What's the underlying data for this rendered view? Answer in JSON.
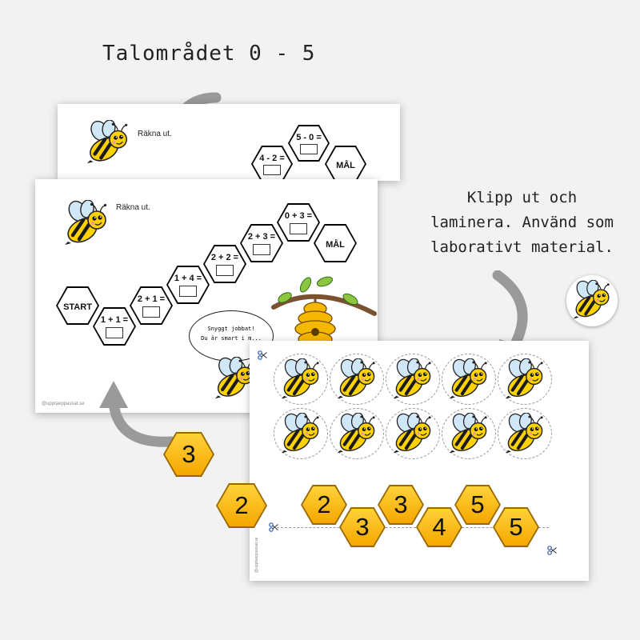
{
  "heading": "Talområdet 0 - 5",
  "note_lines": [
    "Klipp ut och",
    "laminera. Använd som",
    "laborativt material."
  ],
  "instruction": "Räkna ut.",
  "back_sheet": {
    "exercises": [
      "4 - 2 =",
      "5 - 0 ="
    ],
    "goal": "MÅL"
  },
  "front_sheet": {
    "start": "START",
    "goal": "MÅL",
    "exercises": [
      "1 + 1 =",
      "2 + 1 =",
      "1 + 4 =",
      "2 + 2 =",
      "2 + 3 =",
      "0 + 3 ="
    ],
    "speech": [
      "Snyggt jobbat!",
      "Du är smart i m..."
    ],
    "credit": "@upptaeppassat.se"
  },
  "cut_sheet": {
    "number_tiles": [
      "2",
      "3",
      "3",
      "4",
      "5",
      "5"
    ],
    "credit": "@upptaeppassat.se"
  },
  "loose_tiles": [
    "3",
    "2"
  ],
  "icons": {
    "bee": "bee-icon",
    "scissors": "scissors-icon",
    "arrow": "curved-arrow-icon",
    "beehive": "beehive-icon"
  },
  "colors": {
    "honey": "#f5a700",
    "arrow": "#9a9a9a",
    "bee_yellow": "#ffd200",
    "stripe": "#1a1a1a",
    "wing": "#cfe7f6"
  }
}
